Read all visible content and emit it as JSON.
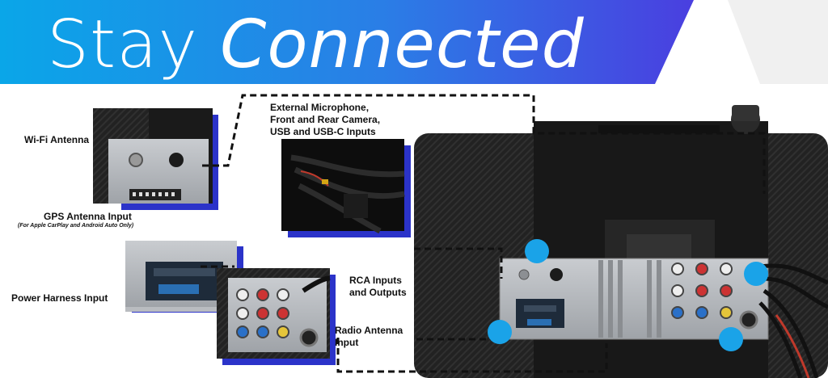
{
  "banner": {
    "title_light": "Stay",
    "title_strong": "Connected",
    "gradient_start": "#0aa6e8",
    "gradient_end": "#4a3fe0"
  },
  "labels": {
    "wifi": "Wi-Fi Antenna",
    "gps": "GPS Antenna Input",
    "gps_note": "(For Apple CarPlay and Android Auto Only)",
    "external": [
      "External Microphone,",
      "Front and Rear Camera,",
      "USB and USB-C Inputs"
    ],
    "power": "Power Harness Input",
    "rca": [
      "RCA Inputs",
      "and Outputs"
    ],
    "radio": [
      "Radio Antenna",
      "Input"
    ]
  },
  "colors": {
    "accent_blue": "#2b33c9",
    "callout_dot": "#1aa3e8",
    "unit_dark": "#1c1c1c",
    "panel_silver": "#b9bcc0"
  },
  "icons": {
    "callout": "callout-dot-icon",
    "connector": "connector-icon"
  }
}
